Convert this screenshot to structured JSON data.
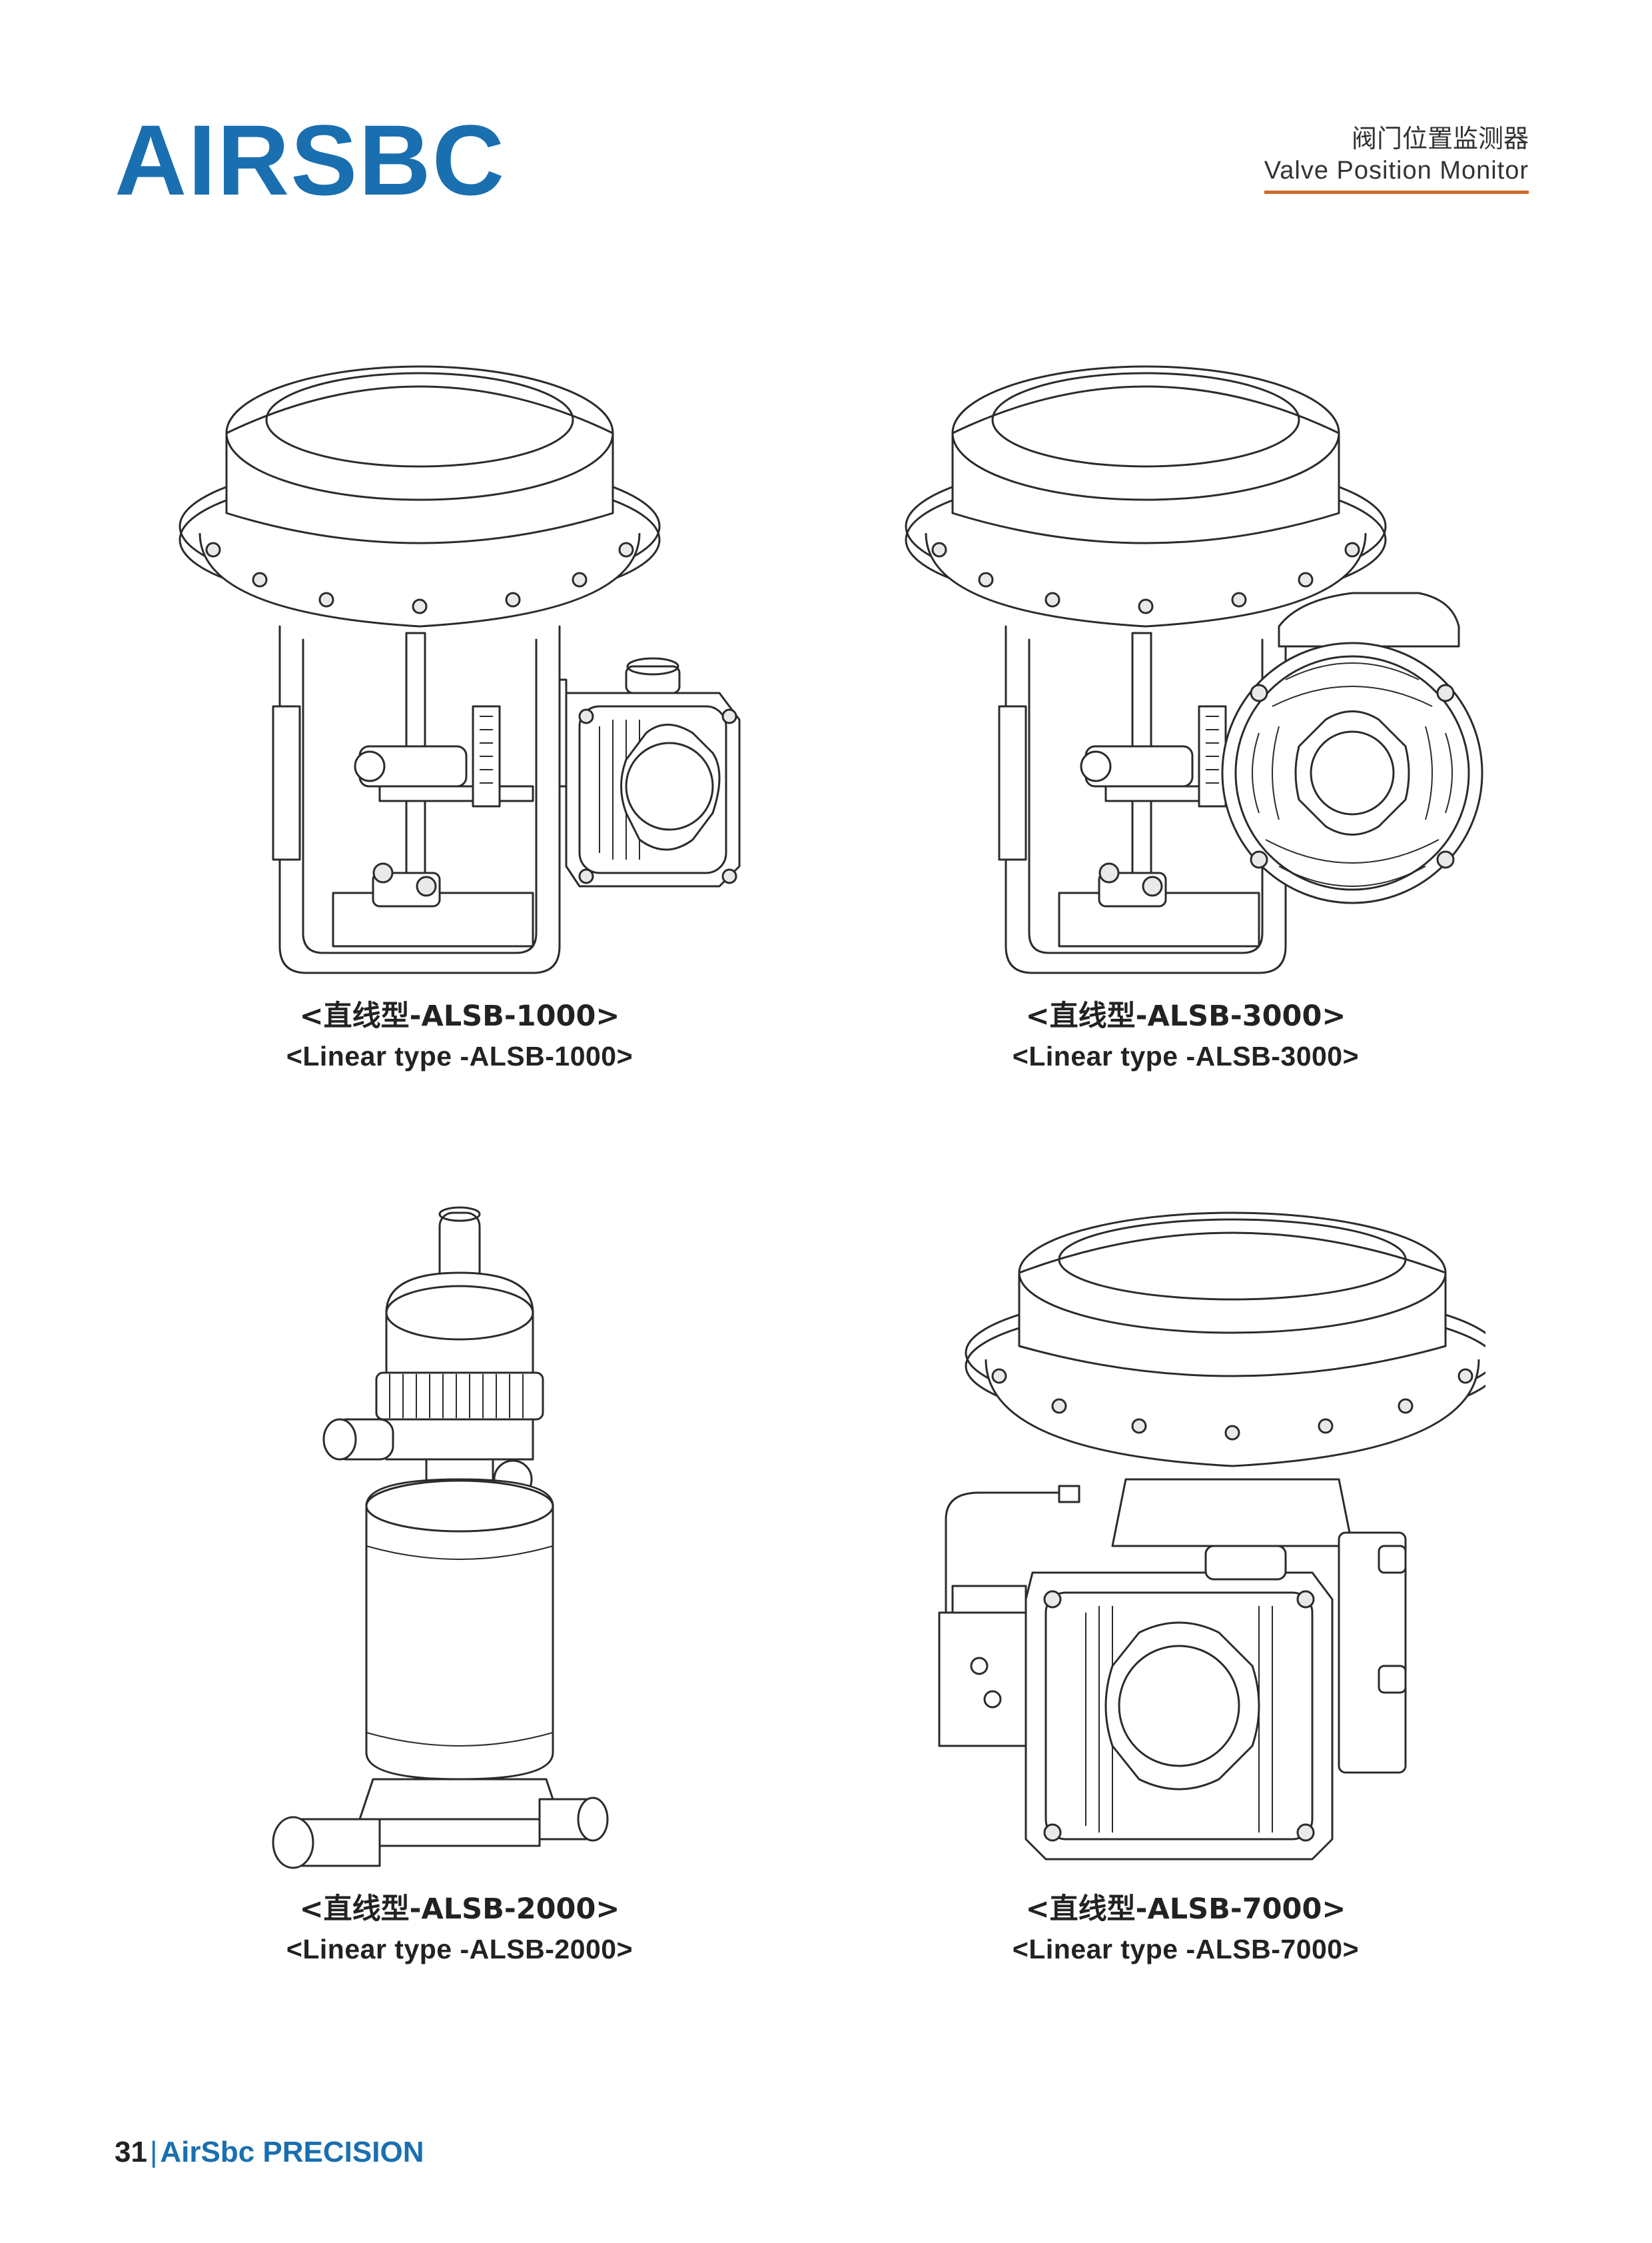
{
  "header": {
    "logo_text": "AIRSBC",
    "title_cn": "阀门位置监测器",
    "title_en": "Valve Position Monitor",
    "accent_line_color": "#d06a2a",
    "brand_color": "#1a6fb0"
  },
  "products": [
    {
      "caption_cn": "<直线型-ALSB-1000>",
      "caption_en": "<Linear type -ALSB-1000>"
    },
    {
      "caption_cn": "<直线型-ALSB-3000>",
      "caption_en": "<Linear type -ALSB-3000>"
    },
    {
      "caption_cn": "<直线型-ALSB-2000>",
      "caption_en": "<Linear type -ALSB-2000>"
    },
    {
      "caption_cn": "<直线型-ALSB-7000>",
      "caption_en": "<Linear type -ALSB-7000>"
    }
  ],
  "footer": {
    "page_number": "31",
    "separator": "|",
    "brand": "AirSbc PRECISION"
  }
}
